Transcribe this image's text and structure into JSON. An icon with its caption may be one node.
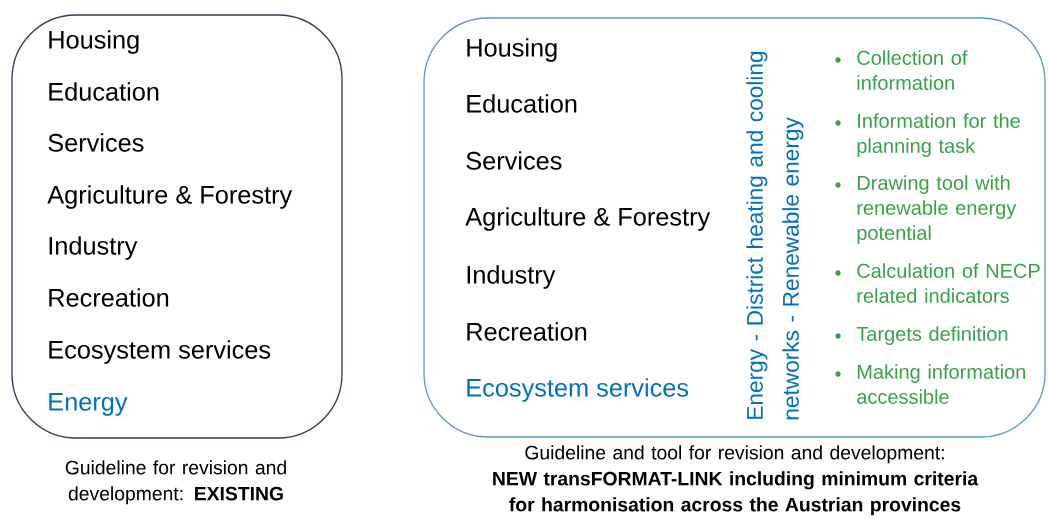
{
  "diagram": {
    "nodes": [
      {
        "text": [
          "Housing",
          "Education",
          "Services",
          "Agriculture & Forestry",
          "Industry",
          "Recreation",
          "Ecosystem services",
          "Energy"
        ],
        "beside": [
          "Guideline for revision and development: **EXISTING**"
        ]
      },
      {
        "text": [
          "Housing",
          "Education",
          "Services",
          "Agriculture & Forestry",
          "Industry",
          "Recreation",
          "Ecosystem services",
          "Energy - District heating and cooling networks - Renewable energy",
          "Collection of information",
          "Information for the planning task",
          "Drawing tool with renewable energy potential",
          "Calculation of NECP related indicators",
          "Targets definition",
          "Making information accessible"
        ],
        "beside": [
          "Guideline and tool for revision and development:",
          "NEW transFORMAT-LINK including minimum criteria for harmonisation across the Austrian provinces"
        ]
      }
    ]
  }
}
